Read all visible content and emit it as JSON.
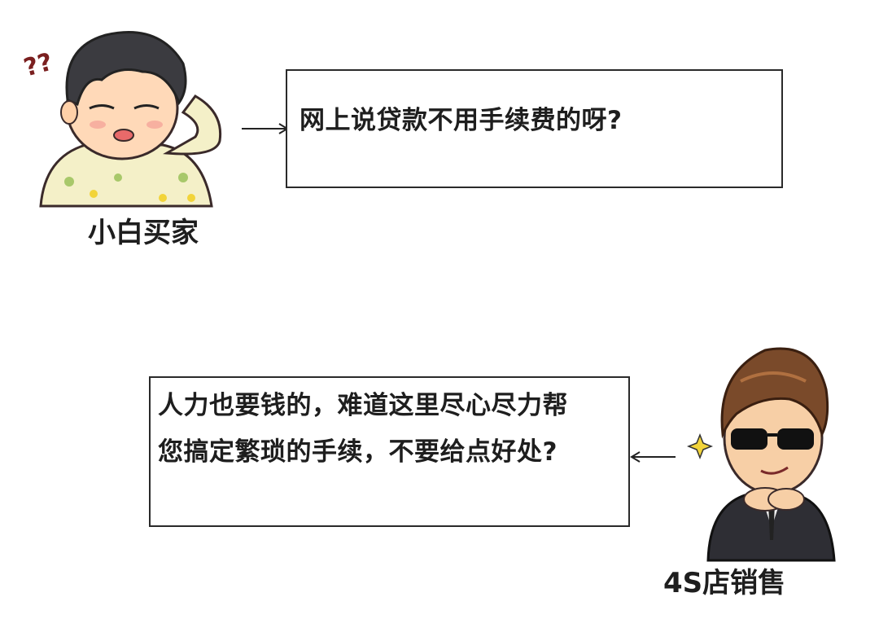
{
  "buyer": {
    "name": "小白买家",
    "question_marks": "??",
    "speech": "网上说贷款不用手续费的呀?"
  },
  "seller": {
    "name": "4S店销售",
    "speech_line1": "人力也要钱的，难道这里尽心尽力帮",
    "speech_line2": "您搞定繁琐的手续，不要给点好处?"
  }
}
